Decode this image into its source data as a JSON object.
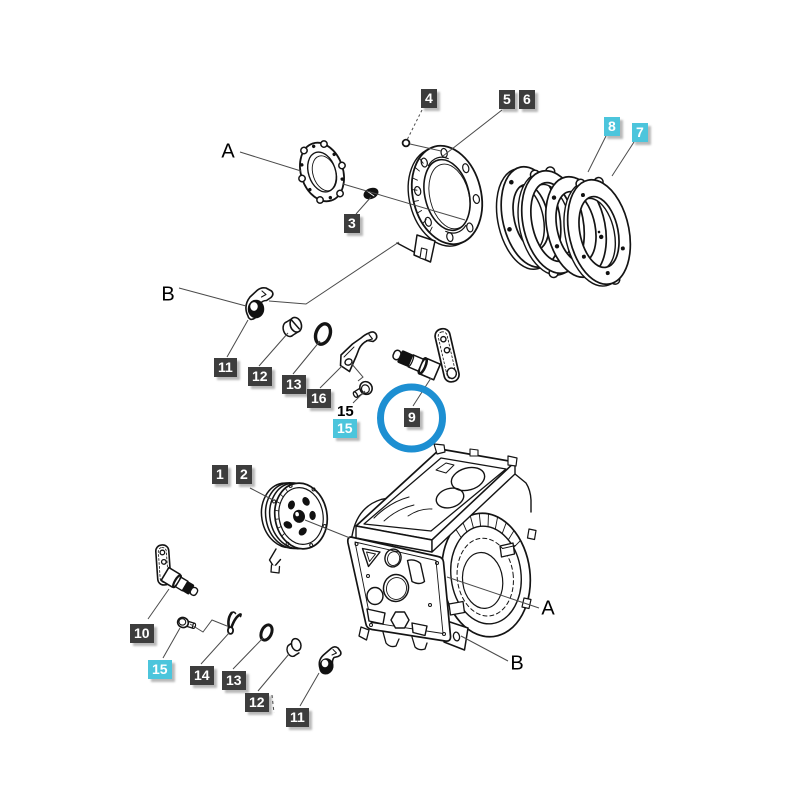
{
  "page": {
    "background": "#ffffff"
  },
  "diagram": {
    "type": "exploded-parts-diagram",
    "subject": "transmission brake assembly exploded view",
    "reference_letters": [
      {
        "text": "A"
      },
      {
        "text": "B"
      },
      {
        "text": "A"
      },
      {
        "text": "B"
      }
    ],
    "part_labels": [
      {
        "text": "4",
        "style": "dark"
      },
      {
        "text": "5",
        "style": "dark"
      },
      {
        "text": "6",
        "style": "dark"
      },
      {
        "text": "8",
        "style": "highlight"
      },
      {
        "text": "7",
        "style": "highlight"
      },
      {
        "text": "3",
        "style": "dark"
      },
      {
        "text": "11",
        "style": "dark"
      },
      {
        "text": "12",
        "style": "dark"
      },
      {
        "text": "13",
        "style": "dark"
      },
      {
        "text": "16",
        "style": "dark"
      },
      {
        "text": "15",
        "style": "highlight"
      },
      {
        "text": "9",
        "style": "dark"
      },
      {
        "text": "1",
        "style": "dark"
      },
      {
        "text": "2",
        "style": "dark"
      },
      {
        "text": "10",
        "style": "dark"
      },
      {
        "text": "15",
        "style": "highlight"
      },
      {
        "text": "14",
        "style": "dark"
      },
      {
        "text": "13",
        "style": "dark"
      },
      {
        "text": "12",
        "style": "dark"
      },
      {
        "text": "11",
        "style": "dark"
      }
    ],
    "ghost_label": {
      "text": "15"
    },
    "highlight_circle": {
      "color": "#1d8fd2"
    },
    "colors": {
      "label_bg": "#3d3d3d",
      "label_text": "#ffffff",
      "label_highlight_bg": "#4cc5dc",
      "leader_line": "#4a4a4a",
      "art_line": "#141414",
      "background": "#ffffff"
    }
  }
}
